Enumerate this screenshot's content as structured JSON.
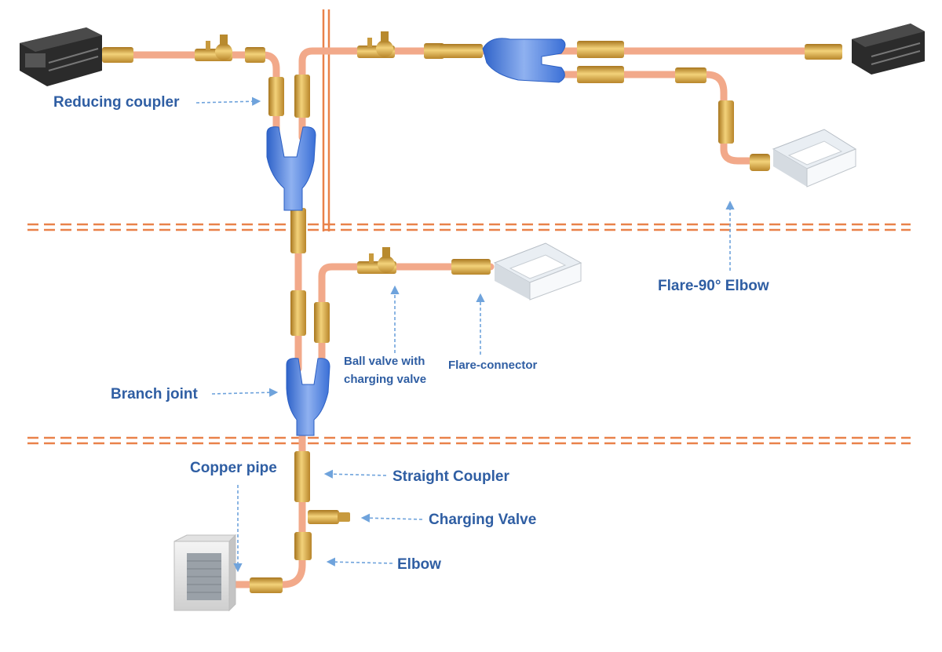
{
  "colors": {
    "copper": "#f2a98a",
    "copper_dark": "#d98566",
    "brass": "#d9a441",
    "brass_light": "#f3d27a",
    "brass_dark": "#a8761f",
    "insulation_blue": "#4a7fe0",
    "insulation_light": "#8fb1f0",
    "floor_line": "#e9824a",
    "label": "#2f5ea3",
    "arrow": "#6fa3dc"
  },
  "icons": [
    "ducted-indoor-unit-icon",
    "cassette-indoor-unit-icon",
    "outdoor-unit-icon",
    "ball-valve-icon",
    "branch-joint-icon",
    "coupler-icon",
    "charging-valve-icon",
    "elbow-icon"
  ],
  "labels": {
    "reducing_coupler": "Reducing coupler",
    "flare_elbow": "Flare-90° Elbow",
    "ball_valve_line1": "Ball valve with",
    "ball_valve_line2": "charging valve",
    "flare_connector": "Flare-connector",
    "branch_joint": "Branch joint",
    "copper_pipe": "Copper pipe",
    "straight_coupler": "Straight Coupler",
    "charging_valve": "Charging Valve",
    "elbow": "Elbow"
  }
}
